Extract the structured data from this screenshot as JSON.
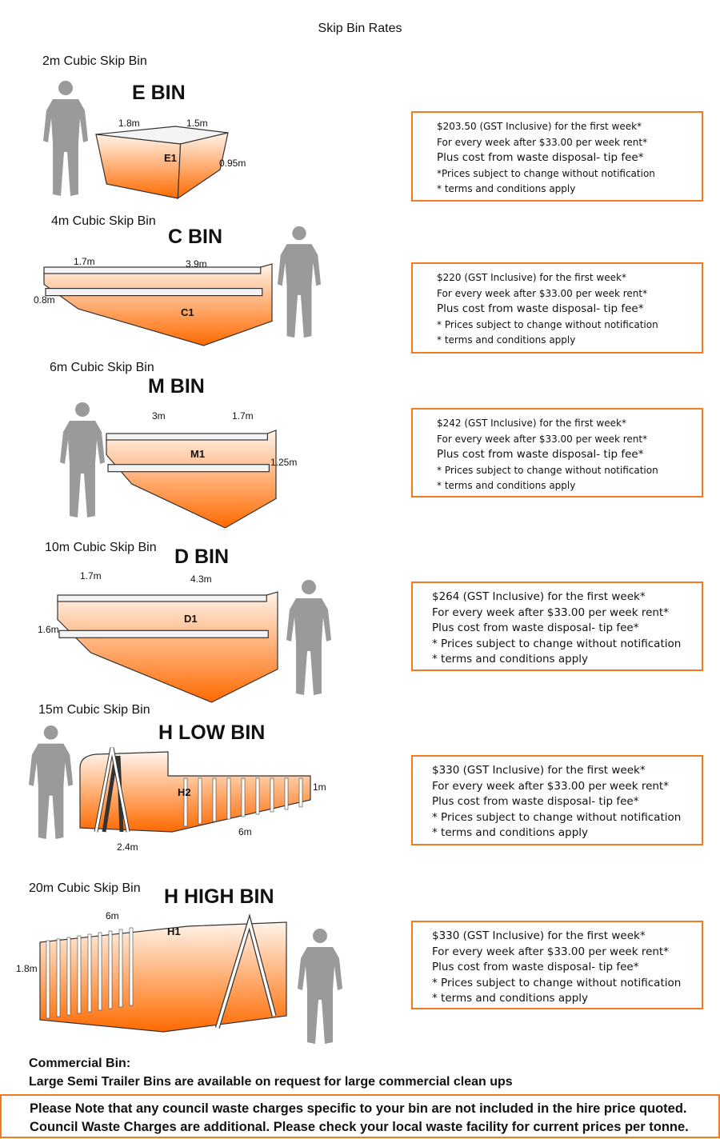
{
  "title": "Skip Bin Rates",
  "accent_color": "#f47a20",
  "bins": [
    {
      "size_label": "2m Cubic Skip Bin",
      "name": "E BIN",
      "code": "E1",
      "dims": [
        "1.8m",
        "1.5m",
        "0.95m"
      ],
      "lines": [
        "$203.50 (GST Inclusive) for the first week*",
        "For every week after $33.00 per week rent*",
        "Plus cost from  waste disposal-  tip fee*",
        "*Prices subject to change without notification",
        "* terms and conditions apply"
      ]
    },
    {
      "size_label": "4m Cubic Skip Bin",
      "name": "C BIN",
      "code": "C1",
      "dims": [
        "1.7m",
        "3.9m",
        "0.8m"
      ],
      "lines": [
        "$220 (GST Inclusive) for the first week*",
        "For every week after $33.00 per week rent*",
        "Plus cost from  waste disposal-  tip fee*",
        "* Prices subject to change without notification",
        "* terms and conditions apply"
      ]
    },
    {
      "size_label": "6m Cubic Skip Bin",
      "name": "M BIN",
      "code": "M1",
      "dims": [
        "3m",
        "1.7m",
        "1.25m"
      ],
      "lines": [
        "$242 (GST Inclusive) for the first week*",
        "For every week after $33.00 per week rent*",
        "Plus cost from  waste disposal-  tip fee*",
        "* Prices subject to change without notification",
        "* terms and conditions apply"
      ]
    },
    {
      "size_label": "10m Cubic Skip Bin",
      "name": "D BIN",
      "code": "D1",
      "dims": [
        "1.7m",
        "4.3m",
        "1.6m"
      ],
      "lines": [
        "$264 (GST Inclusive) for the first week*",
        "For every week after $33.00 per week rent*",
        "Plus cost from  waste disposal-  tip fee*",
        "* Prices subject to change without notification",
        "* terms and conditions apply"
      ]
    },
    {
      "size_label": "15m Cubic Skip Bin",
      "name": "H LOW BIN",
      "code": "H2",
      "dims": [
        "2.4m",
        "6m",
        "1m"
      ],
      "lines": [
        "$330 (GST Inclusive) for the first week*",
        "For every week after $33.00 per week rent*",
        "Plus cost from  waste disposal-  tip fee*",
        "* Prices subject to change without notification",
        "* terms and conditions apply"
      ]
    },
    {
      "size_label": "20m Cubic Skip Bin",
      "name": "H HIGH BIN",
      "code": "H1",
      "dims": [
        "6m",
        "1.8m"
      ],
      "lines": [
        "$330 (GST Inclusive) for the first week*",
        "For every week after $33.00 per week rent*",
        "Plus cost from  waste disposal-  tip fee*",
        "* Prices subject to change without notification",
        "* terms and conditions apply"
      ]
    }
  ],
  "commercial": {
    "heading": "Commercial Bin:",
    "text": "Large Semi Trailer Bins are available on request for large commercial clean ups"
  },
  "note": {
    "line1": "Please Note that any council waste charges specific to your bin are not included in the hire price quoted.",
    "line2": "Council Waste Charges are additional.  Please check your local waste facility for current prices per tonne."
  }
}
